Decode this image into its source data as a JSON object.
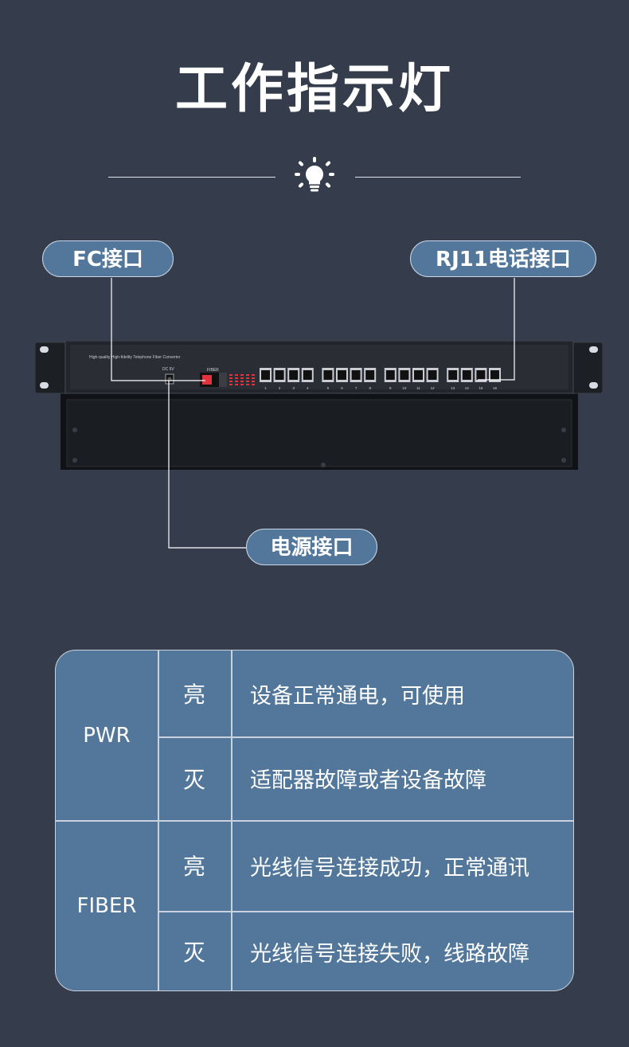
{
  "header": {
    "title": "工作指示灯",
    "icon": "lightbulb-icon"
  },
  "callouts": {
    "fc": "FC接口",
    "rj11": "RJ11电话接口",
    "power": "电源接口"
  },
  "device": {
    "brand_text": "High-quality High-fidelity Telephone Fiber Converter",
    "dc_label": "DC 5V",
    "fiber_label": "FIBER",
    "port_numbers": [
      "1",
      "2",
      "3",
      "4",
      "5",
      "6",
      "7",
      "8",
      "9",
      "10",
      "11",
      "12",
      "13",
      "14",
      "15",
      "16"
    ]
  },
  "table": {
    "groups": [
      {
        "name": "PWR",
        "rows": [
          {
            "state": "亮",
            "desc": "设备正常通电，可使用"
          },
          {
            "state": "灭",
            "desc": "适配器故障或者设备故障"
          }
        ]
      },
      {
        "name": "FIBER",
        "rows": [
          {
            "state": "亮",
            "desc": "光线信号连接成功，正常通讯"
          },
          {
            "state": "灭",
            "desc": "光线信号连接失败，线路故障"
          }
        ]
      }
    ]
  },
  "colors": {
    "background": "#353d4d",
    "accent": "#52779a",
    "led": "#e0333d"
  }
}
